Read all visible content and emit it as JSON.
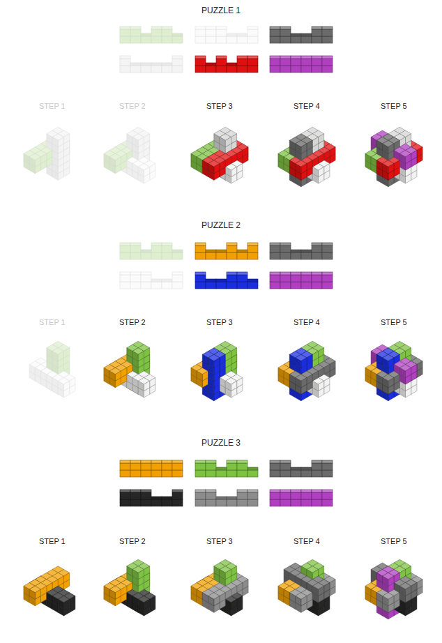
{
  "diagram": {
    "labels": [
      "PUZZLE 1",
      "STEP 1",
      "STEP 2",
      "STEP 3",
      "STEP 4",
      "STEP 5",
      "PUZZLE 2",
      "STEP 1",
      "STEP 2",
      "STEP 3",
      "STEP 4",
      "STEP 5",
      "PUZZLE 3",
      "STEP 1",
      "STEP 2",
      "STEP 3",
      "STEP 4",
      "STEP 5"
    ]
  }
}
